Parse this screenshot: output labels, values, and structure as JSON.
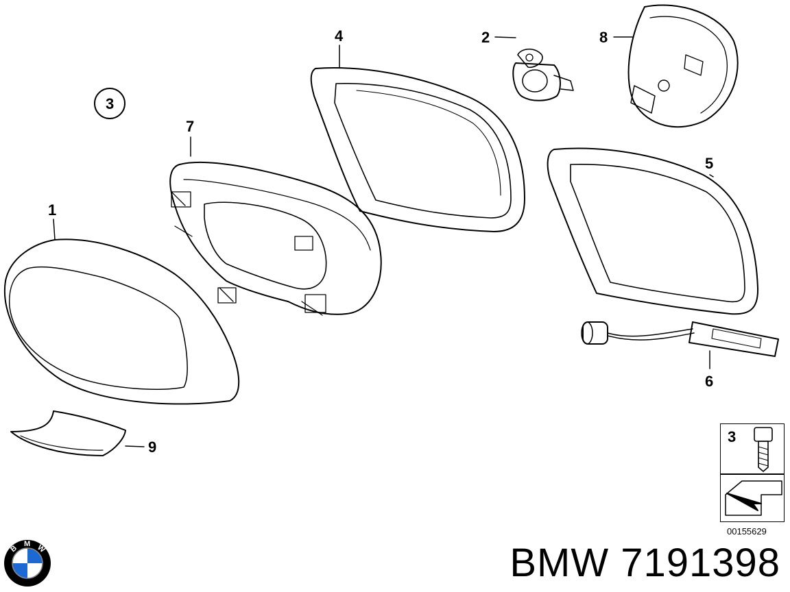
{
  "callouts": {
    "c1": "1",
    "c2": "2",
    "c3": "3",
    "c4": "4",
    "c5": "5",
    "c6": "6",
    "c7": "7",
    "c8": "8",
    "c9": "9"
  },
  "legend": {
    "number": "3"
  },
  "diagram_number": "00155629",
  "brand_title": "BMW 7191398",
  "logo": {
    "letters": [
      "B",
      "M",
      "W"
    ],
    "colors": {
      "blue": "#1c69d4",
      "ring": "#000000"
    }
  }
}
